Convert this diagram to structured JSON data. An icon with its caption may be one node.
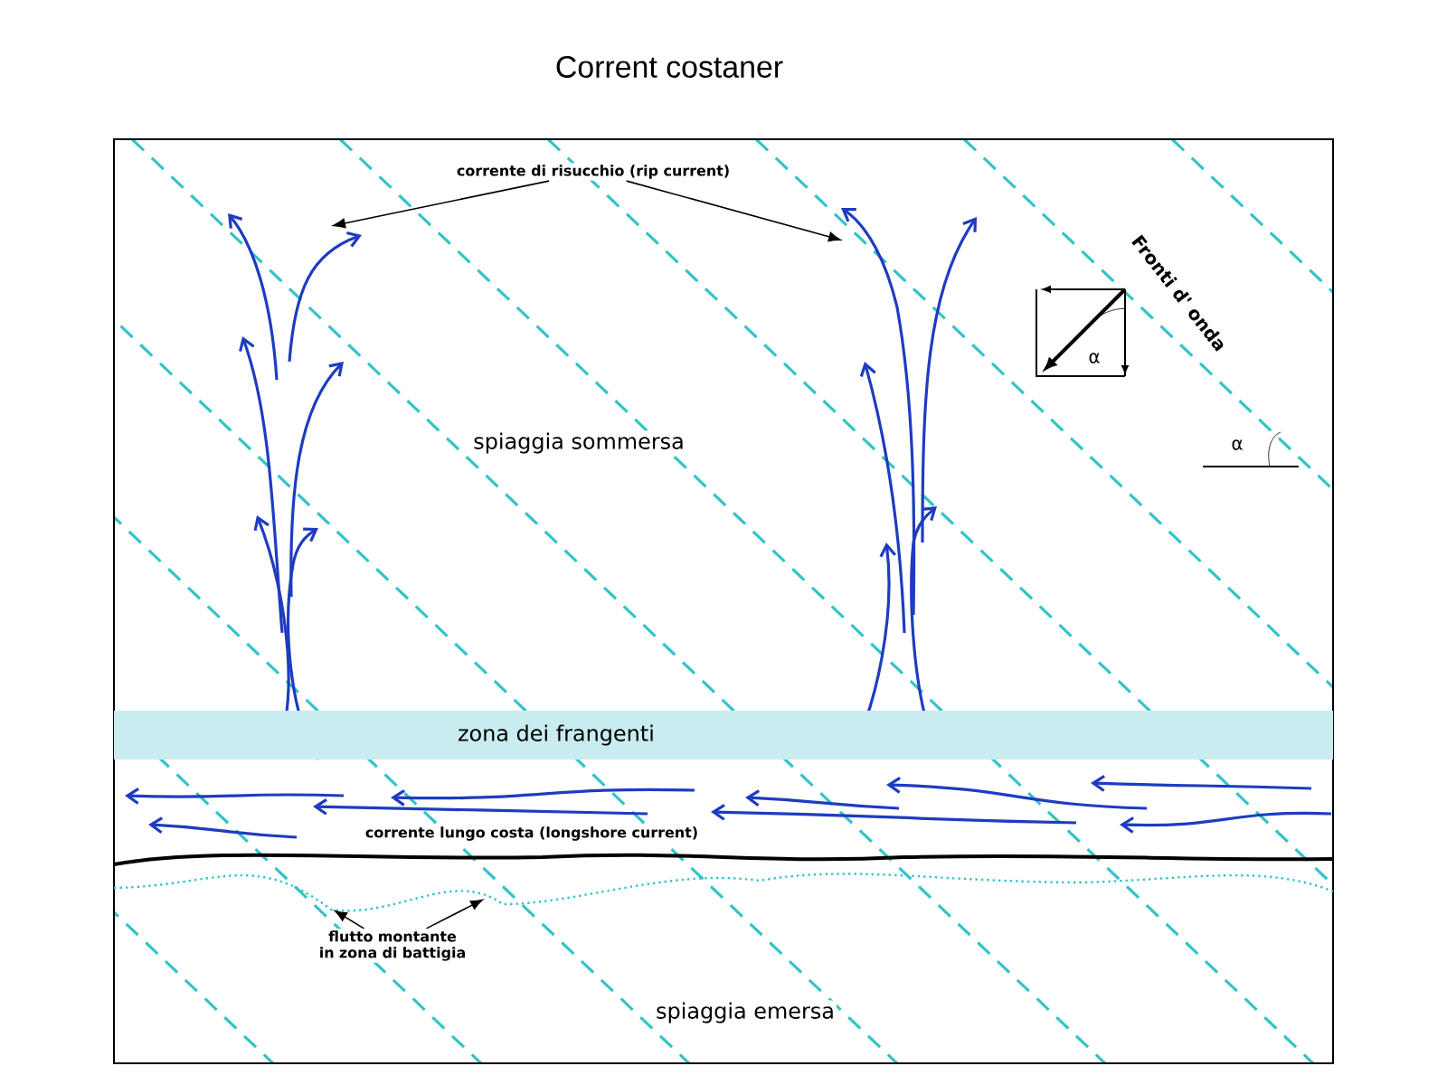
{
  "diagram": {
    "title": "Corrent costaner",
    "nodes": [
      {
        "text": [
          "corrente di risucchio (rip current)"
        ]
      },
      {
        "text": [
          "zona dei frangenti"
        ]
      },
      {
        "text": [
          "flutto montante in zona di battigia"
        ]
      }
    ],
    "edges": [
      {
        "from": 0,
        "to": null,
        "arrow": "to"
      },
      {
        "from": 0,
        "to": null,
        "arrow": "to"
      },
      {
        "from": 2,
        "to": null,
        "arrow": "to"
      },
      {
        "from": 2,
        "to": null,
        "arrow": "to"
      }
    ],
    "labels": [
      "Fronti d' onda",
      "α",
      "spiaggia sommersa",
      "α",
      "corrente lungo costa (longshore current)",
      "spiaggia emersa"
    ]
  }
}
